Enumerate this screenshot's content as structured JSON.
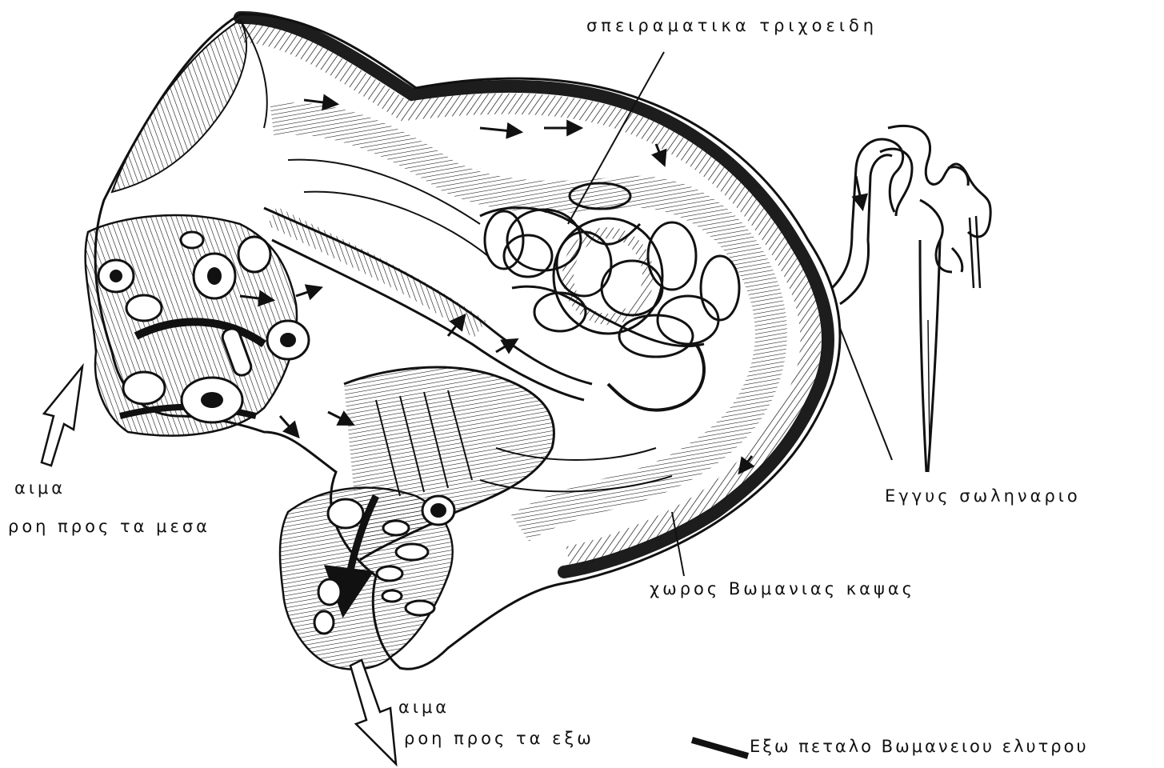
{
  "labels": {
    "capillaries": "σπειραματικα τριχοειδη",
    "blood_in_line1": "αιμα",
    "blood_in_line2": "ροη προς τα μεσα",
    "blood_out_line1": "αιμα",
    "blood_out_line2": "ροη προς τα εξω",
    "tubule": "Εγγυς σωληναριο",
    "bowman_space": "χωρος Βωμανιας καψας",
    "outer_layer": "Εξω πεταλο Βωμανειου ελυτρου"
  },
  "colors": {
    "ink": "#111111",
    "paper": "#ffffff"
  }
}
